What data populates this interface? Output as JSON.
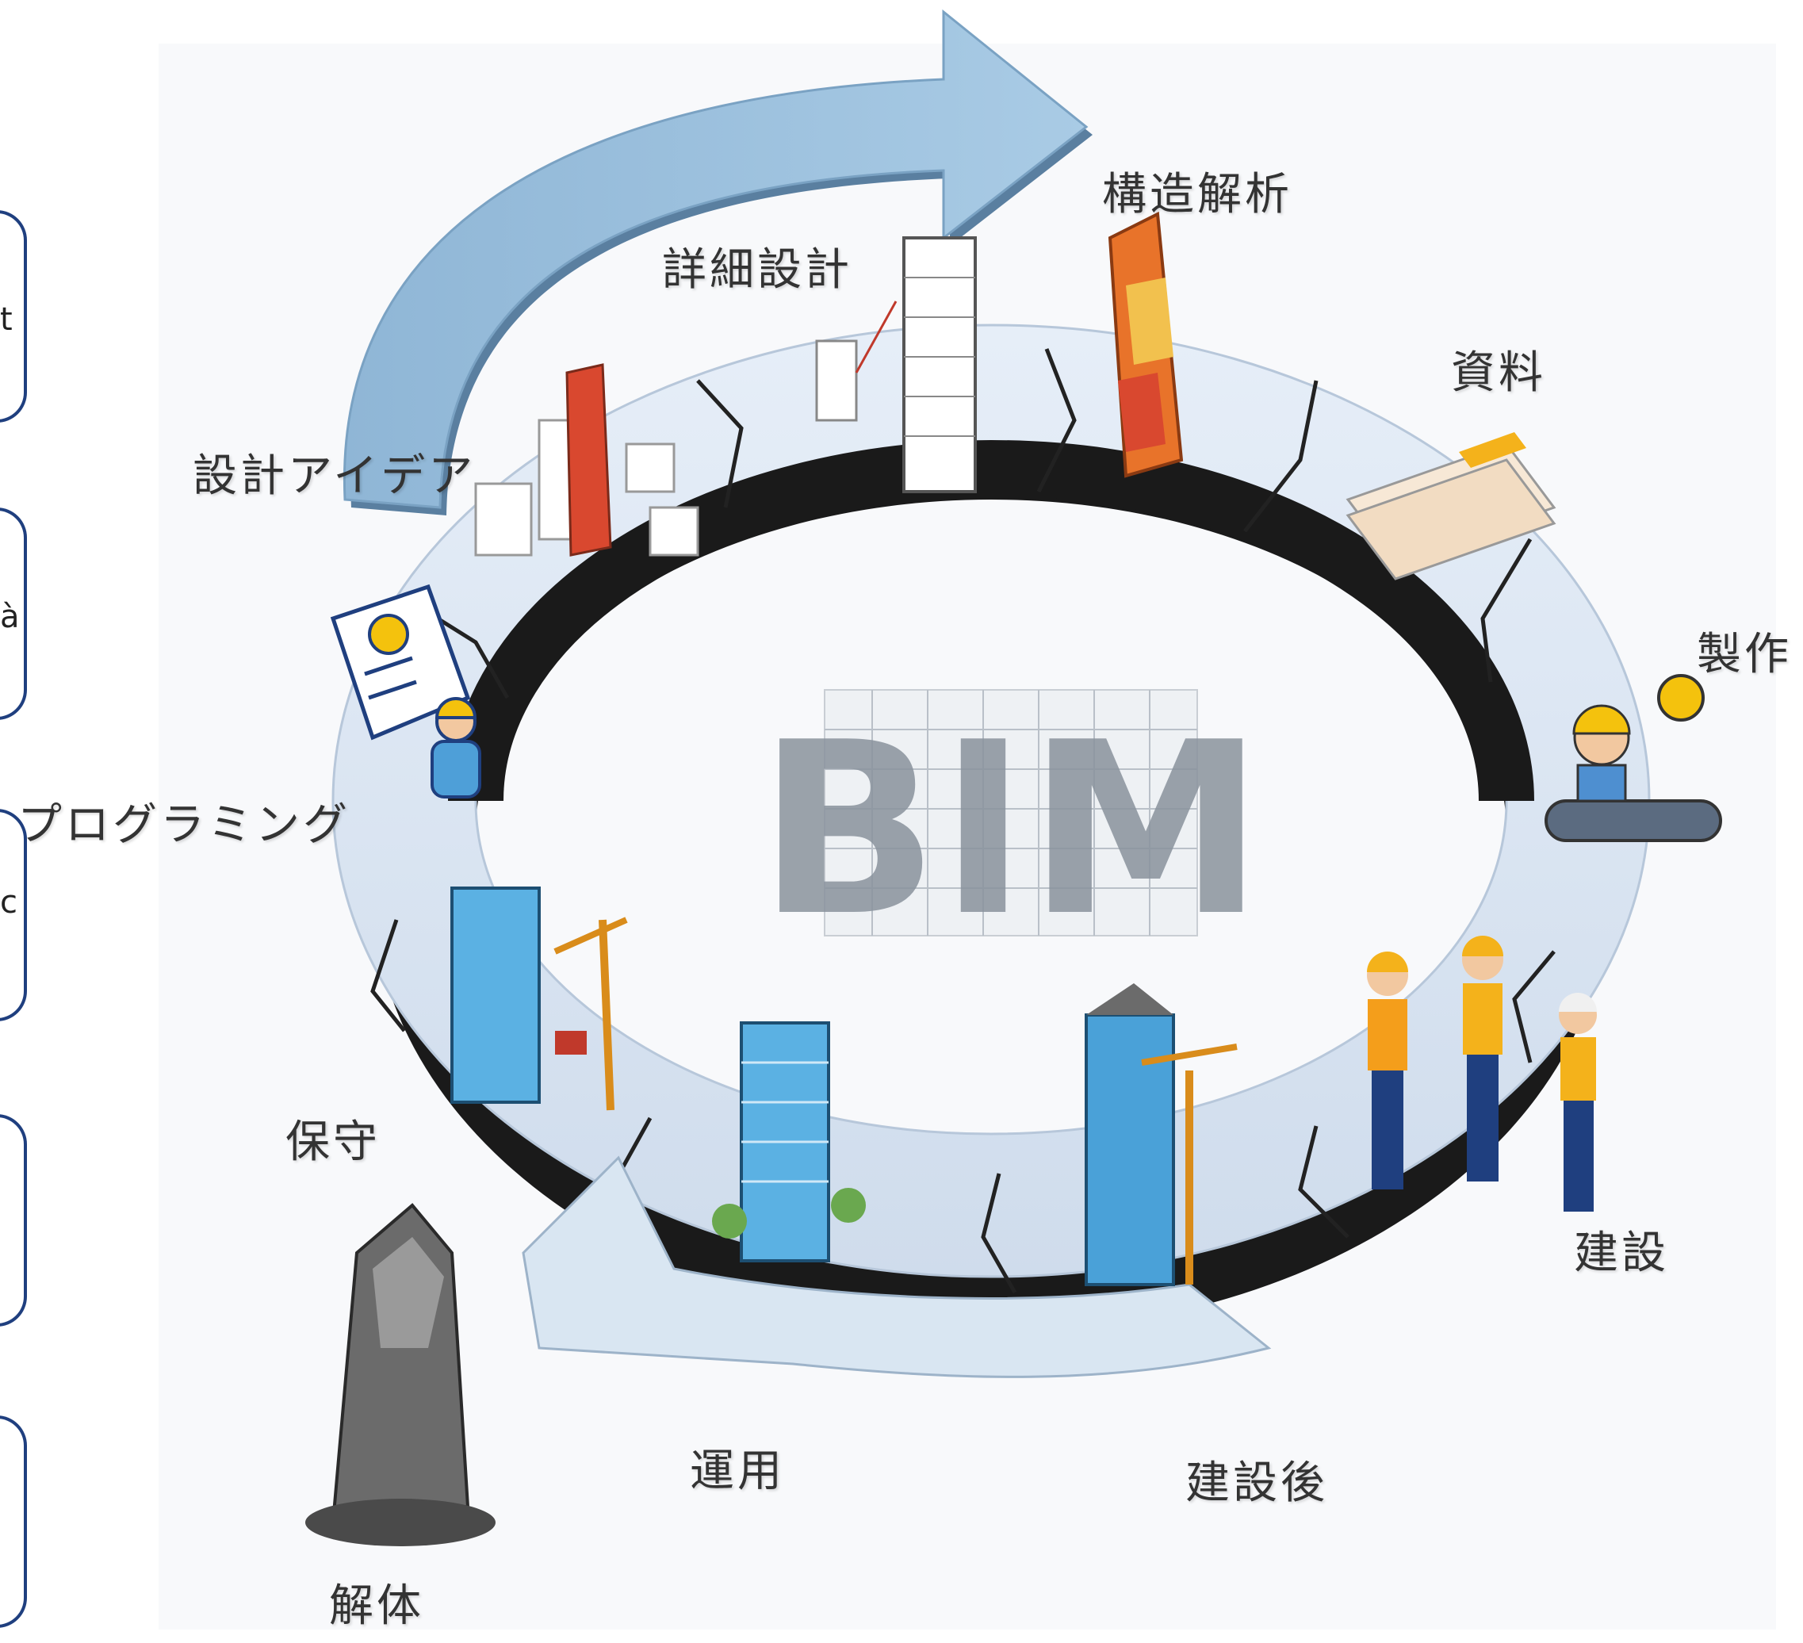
{
  "center_title": "BIM",
  "stages": {
    "design_idea": "設計アイデア",
    "detailed_design": "詳細設計",
    "structural_analysis": "構造解析",
    "documents": "資料",
    "fabrication": "製作",
    "construction": "建設",
    "post_construction": "建設後",
    "operation": "運用",
    "maintenance": "保守",
    "demolition": "解体",
    "programming": "プログラミング"
  },
  "side_fragments": [
    "t",
    "à",
    "c"
  ],
  "colors": {
    "ring_fill": "#dce7f3",
    "ring_shadow": "#1a1a1a",
    "arrow_fill": "#9ec3de",
    "side_box_border": "#1f3f7f"
  }
}
